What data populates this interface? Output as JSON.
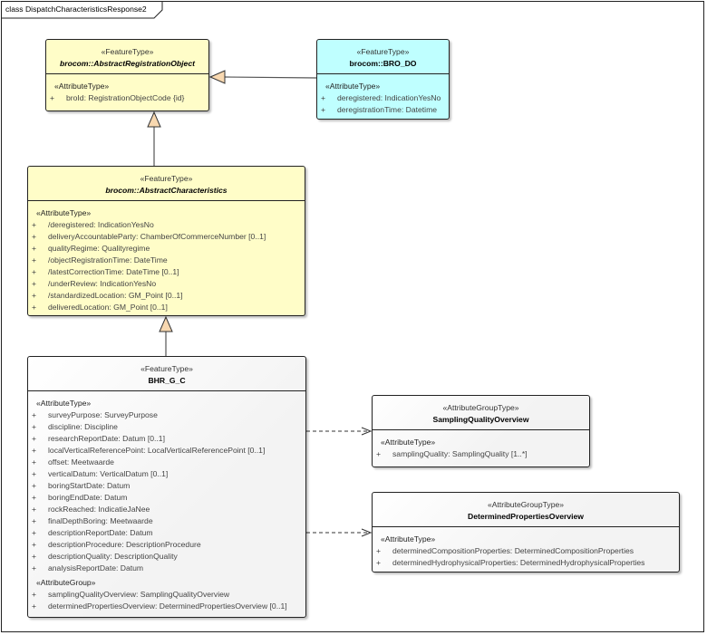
{
  "diagram": {
    "title": "class DispatchCharacteristicsResponse2",
    "boxes": [
      {
        "id": "abstract-registration-object",
        "stereotype": "«FeatureType»",
        "name": "brocom::AbstractRegistrationObject",
        "abstract": true,
        "color": "#fffdc8",
        "sections": [
          {
            "stereotype": "«AttributeType»",
            "attributes": [
              "broId: RegistrationObjectCode {id}"
            ]
          }
        ]
      },
      {
        "id": "bro-do",
        "stereotype": "«FeatureType»",
        "name": "brocom::BRO_DO",
        "abstract": false,
        "color": "#bfffff",
        "sections": [
          {
            "stereotype": "«AttributeType»",
            "attributes": [
              "deregistered: IndicationYesNo",
              "deregistrationTime: Datetime"
            ]
          }
        ]
      },
      {
        "id": "abstract-characteristics",
        "stereotype": "«FeatureType»",
        "name": "brocom::AbstractCharacteristics",
        "abstract": true,
        "color": "#fffdc8",
        "sections": [
          {
            "stereotype": "«AttributeType»",
            "attributes": [
              "/deregistered: IndicationYesNo",
              "deliveryAccountableParty: ChamberOfCommerceNumber [0..1]",
              "qualityRegime: Qualityregime",
              "/objectRegistrationTime: DateTime",
              "/latestCorrectionTime: DateTime [0..1]",
              "/underReview: IndicationYesNo",
              "/standardizedLocation: GM_Point [0..1]",
              "deliveredLocation: GM_Point [0..1]"
            ]
          }
        ]
      },
      {
        "id": "bhr-g-c",
        "stereotype": "«FeatureType»",
        "name": "BHR_G_C",
        "abstract": false,
        "color": "#f3f3f3",
        "sections": [
          {
            "stereotype": "«AttributeType»",
            "attributes": [
              "surveyPurpose: SurveyPurpose",
              "discipline: Discipline",
              "researchReportDate: Datum [0..1]",
              "localVerticalReferencePoint: LocalVerticalReferencePoint [0..1]",
              "offset: Meetwaarde",
              "verticalDatum: VerticalDatum [0..1]",
              "boringStartDate: Datum",
              "boringEndDate: Datum",
              "rockReached: IndicatieJaNee",
              "finalDepthBoring: Meetwaarde",
              "descriptionReportDate: Datum",
              "descriptionProcedure: DescriptionProcedure",
              "descriptionQuality: DescriptionQuality",
              "analysisReportDate: Datum"
            ]
          },
          {
            "stereotype": "«AttributeGroup»",
            "attributes": [
              "samplingQualityOverview: SamplingQualityOverview",
              "determinedPropertiesOverview: DeterminedPropertiesOverview [0..1]"
            ]
          }
        ]
      },
      {
        "id": "sampling-quality-overview",
        "stereotype": "«AttributeGroupType»",
        "name": "SamplingQualityOverview",
        "abstract": false,
        "color": "#f3f3f3",
        "sections": [
          {
            "stereotype": "«AttributeType»",
            "attributes": [
              "samplingQuality: SamplingQuality [1..*]"
            ]
          }
        ]
      },
      {
        "id": "determined-properties-overview",
        "stereotype": "«AttributeGroupType»",
        "name": "DeterminedPropertiesOverview",
        "abstract": false,
        "color": "#f3f3f3",
        "sections": [
          {
            "stereotype": "«AttributeType»",
            "attributes": [
              "determinedCompositionProperties: DeterminedCompositionProperties",
              "determinedHydrophysicalProperties: DeterminedHydrophysicalProperties"
            ]
          }
        ]
      }
    ],
    "visibility_marker": "+",
    "relations": [
      {
        "type": "generalization",
        "from": "bro-do",
        "to": "abstract-registration-object"
      },
      {
        "type": "generalization",
        "from": "abstract-characteristics",
        "to": "abstract-registration-object"
      },
      {
        "type": "generalization",
        "from": "bhr-g-c",
        "to": "abstract-characteristics"
      },
      {
        "type": "dependency",
        "from": "bhr-g-c",
        "to": "sampling-quality-overview"
      },
      {
        "type": "dependency",
        "from": "bhr-g-c",
        "to": "determined-properties-overview"
      }
    ]
  }
}
